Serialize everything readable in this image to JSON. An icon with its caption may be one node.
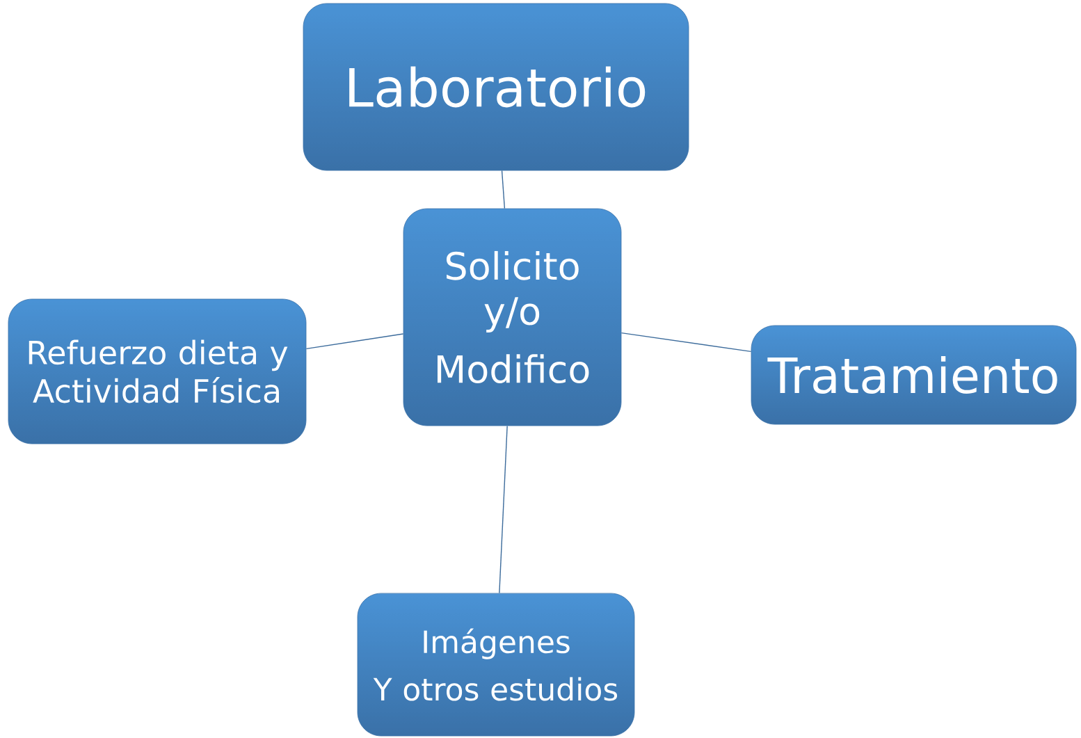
{
  "diagram": {
    "nodes": [
      {
        "text": [
          "Laboratorio"
        ]
      },
      {
        "text": [
          "Solicito y/o",
          "Modifico"
        ]
      },
      {
        "text": [
          "Refuerzo dieta y Actividad Física"
        ]
      },
      {
        "text": [
          "Tratamiento"
        ]
      },
      {
        "text": [
          "Imágenes",
          "Y otros estudios"
        ]
      }
    ],
    "edges": [
      {
        "from": 1,
        "to": 0,
        "arrow": "none"
      },
      {
        "from": 1,
        "to": 2,
        "arrow": "none"
      },
      {
        "from": 1,
        "to": 3,
        "arrow": "none"
      },
      {
        "from": 1,
        "to": 4,
        "arrow": "none"
      }
    ]
  }
}
